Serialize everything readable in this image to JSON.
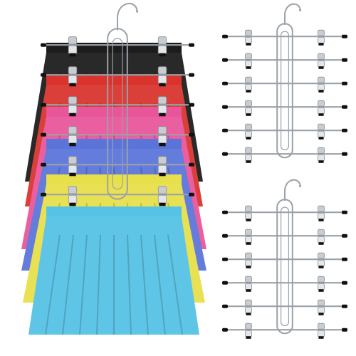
{
  "image": {
    "background": "#ffffff",
    "skirt_colors": [
      "#1c1c1c",
      "#d9332e",
      "#e9559a",
      "#5b74d9",
      "#e8e04a",
      "#56c2e6"
    ],
    "metal_color": "#9aa1a8",
    "clip_color": "#c9cdd2",
    "cap_color": "#111111",
    "hangers": [
      {
        "role": "product-with-skirts",
        "clip_rows": 6
      },
      {
        "role": "empty-hanger",
        "clip_rows": 6
      },
      {
        "role": "empty-hanger",
        "clip_rows": 6
      }
    ]
  }
}
